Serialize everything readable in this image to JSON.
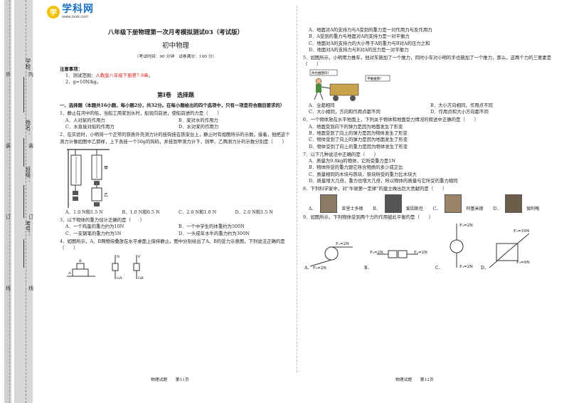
{
  "binding": {
    "labels": [
      "学校：",
      "姓名：",
      "班级：",
      "考号："
    ],
    "marks_left": [
      "外",
      "装",
      "订",
      "线"
    ],
    "marks_right": [
      "内",
      "装",
      "订",
      "线"
    ]
  },
  "logo": {
    "name": "学科网",
    "url": "www.zxxk.com"
  },
  "header": {
    "title": "八年级下册物理第一次月考模拟测试03（考试版）",
    "subtitle": "初中物理",
    "info": "（考试时间：90 分钟　试卷满分：100 分）"
  },
  "notes": {
    "heading": "注意事项：",
    "item1_prefix": "1．测试范围：",
    "item1_red": "人教版八年级下册第7-8章",
    "item1_suffix": "。",
    "item2": "2．g=10N/kg。"
  },
  "part1": {
    "title": "第Ⅰ卷　选择题",
    "section": "一、选择题（本题共16小题，每小题2分，共32分。在每小题给出的四个选项中，只有一项是符合题目要求的）"
  },
  "q1": {
    "stem": "1．静止在河中的船，当船工用桨划水时，船就向前进，使船前进的力是（　　）",
    "options": [
      "A．人对桨的作用力",
      "B．桨对水的作用力",
      "C．水直接对船的作用力",
      "D．水对桨的作用力"
    ]
  },
  "q2": {
    "stem": "2．在实验时，小明将一个正常的铁质外壳测力计的挂钩挂在铁架台上，静止时有如图所示的示数。接着，他把这个测力计像如图中乙那样，上下各挂一个50g的钩码，并挂到甲测力计下，则甲、乙两测力计的示数分别是（　　）",
    "fig_labels": [
      "甲",
      "乙"
    ],
    "options": [
      "A．1.0 N和1.5 N",
      "B．1.0 N和0.5 N",
      "C．2.0 N和1.0 N",
      "D．2.0 N和1.5 N"
    ]
  },
  "q3": {
    "stem": "3．以下物体的重力估计正确的是（　　）",
    "options": [
      "A．一个鸡蛋的重力约为10N",
      "B．一个中学生的体重约为500N",
      "C．一支钢笔的重力约为5N",
      "D．一头成年水牛的重力约为300N"
    ]
  },
  "q4": {
    "stem": "4．如图所示，A、B两物块叠放在水平桌面上保持静止，图中分别给出了A、B的受力示意图，下列说法正确的是（　　）",
    "fig_labels": [
      "A",
      "B",
      "F",
      "G",
      "N",
      "GA",
      "GB"
    ]
  },
  "q4_right": {
    "options": [
      "A．地面对A的支持力与A受到的重力是一对作用力与反作用力",
      "B．A受到的重力与地面对A的支持力是一对平衡力",
      "C．地面对A的支持力的大小等于A的重力与B对A的压力之和",
      "D．地面对A的支持力与B对A的压力是一对平衡力"
    ]
  },
  "q5": {
    "stem": "5．如图所示，小明用力推车，他对车施加了一个推力，同时小车对小明的手也施加了一个推力，那么，这两个力的三要素是（　　）",
    "fig_labels": [
      "你也推我吗！",
      "平推推我！"
    ],
    "options": [
      "A．全都相同",
      "B．大小方向相同，作用点不同",
      "C．大小相同，方向和作用点都不同",
      "D．作用点和大小方向都不同"
    ]
  },
  "q6": {
    "stem": "6．一个物体放在水平地面上，下列关于物体和地面受力情况的叙述中正确的是（　　）",
    "options": [
      "A．地面受到向下的弹力是因为地面发生了形变",
      "B．地面受到了向上的弹力是因为物体发生了形变",
      "C．物体受到了向上的弹力是因为地面发生了形变",
      "D．物体受到了向上的重力是因为物体发生了形变"
    ]
  },
  "q7": {
    "stem": "7．以下几种说法中正确的是（　　）",
    "options": [
      "A．质量为9.8kg的物体，它所受重力是1N",
      "B．物体所受的重力跟它所含物质的多少成正比",
      "C．质量相同的木块与铁块，铁块所受的重力比木块大",
      "D．质量增大几倍，重力也增大几倍，所以物体的质量与它所受的重力相同"
    ]
  },
  "q8": {
    "stem": "8．下列科学家中，对“牛顿第一定律”的建立做出巨大贡献的是（　　）",
    "options": [
      "亚里士多德",
      "爱因斯坦",
      "阿基米德",
      "伽利略"
    ]
  },
  "q9": {
    "stem": "9．如图所示，下列物体受到两个力的作用彼此平衡的是（　　）",
    "option_letters": [
      "A．",
      "B．",
      "C．",
      "D．"
    ],
    "force_labels": [
      "F₁=2N",
      "F₂=2N",
      "F₂=2N",
      "F₁=2N",
      "F₁=2N",
      "F₂=2N",
      "F₁=10N",
      "F₂=9N"
    ]
  },
  "footer": {
    "left": "物理试题　　第11页",
    "right": "物理试题　　第12页"
  }
}
